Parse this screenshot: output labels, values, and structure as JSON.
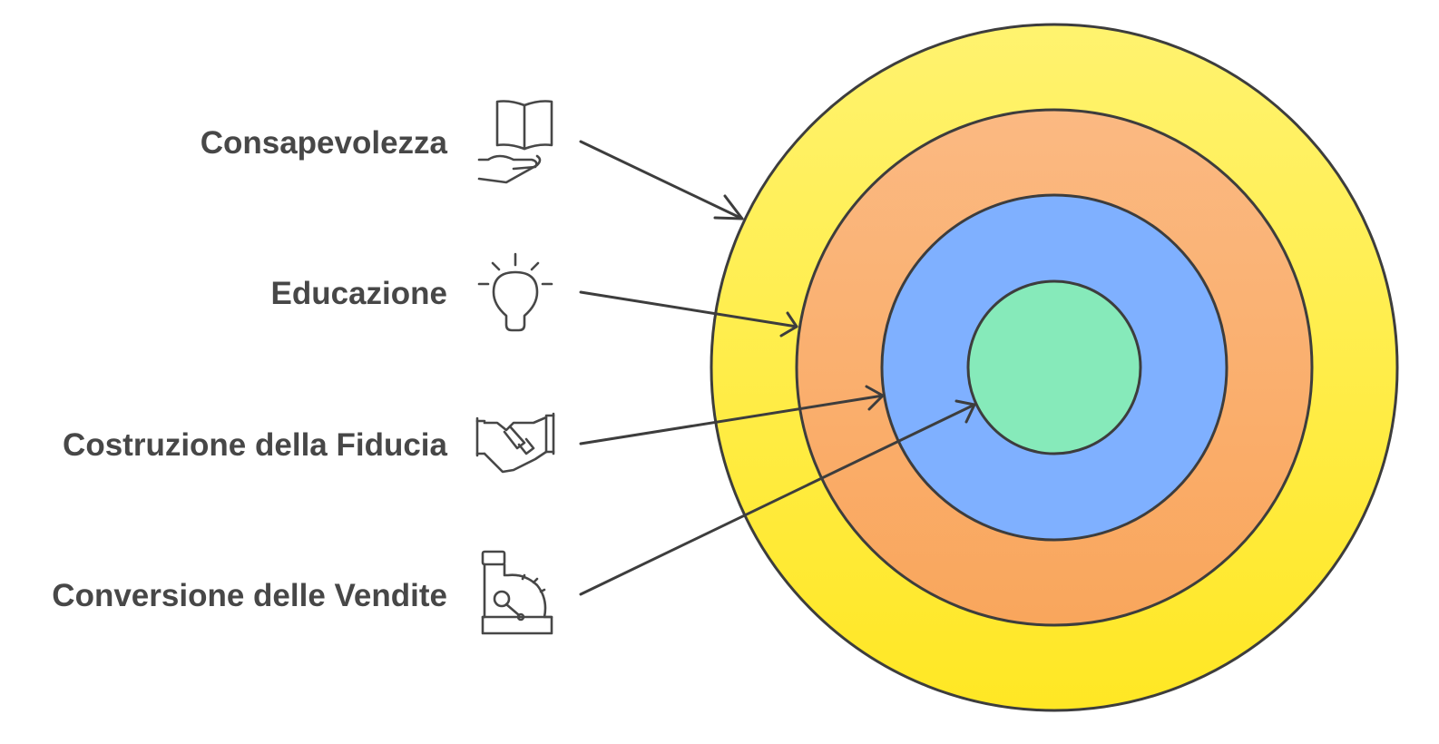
{
  "diagram": {
    "layers": [
      {
        "label": "Consapevolezza",
        "icon": "open-book-hand-icon",
        "color": "#FFF066"
      },
      {
        "label": "Educazione",
        "icon": "lightbulb-icon",
        "color": "#FAB47A"
      },
      {
        "label": "Costruzione della Fiducia",
        "icon": "handshake-icon",
        "color": "#7FB0FF"
      },
      {
        "label": "Conversione delle Vendite",
        "icon": "cash-register-icon",
        "color": "#86EABA"
      }
    ],
    "stroke_color": "#3D3D3D",
    "text_color": "#474747"
  }
}
